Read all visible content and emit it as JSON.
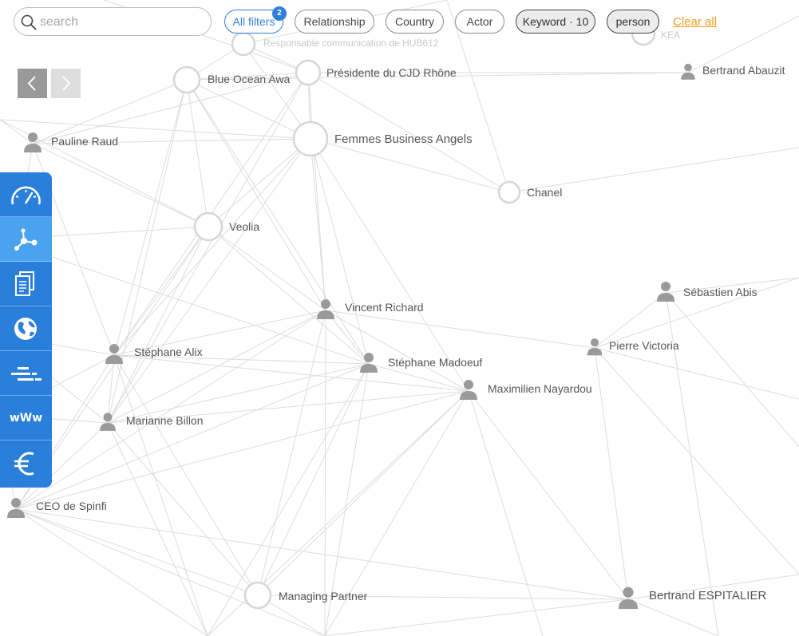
{
  "search": {
    "placeholder": "search",
    "value": ""
  },
  "filters": {
    "all_filters": {
      "label": "All filters",
      "badge": "2"
    },
    "relationship": "Relationship",
    "country": "Country",
    "actor": "Actor",
    "keyword": "Keyword · 10",
    "person": "person",
    "clear_all": "Clear all"
  },
  "pager": {
    "prev_icon": "chevron-left-icon",
    "next_icon": "chevron-right-icon"
  },
  "sidebar": {
    "items": [
      {
        "name": "dashboard",
        "icon": "speedometer-icon",
        "selected": false
      },
      {
        "name": "network",
        "icon": "network-graph-icon",
        "selected": true
      },
      {
        "name": "documents",
        "icon": "documents-icon",
        "selected": false
      },
      {
        "name": "globe",
        "icon": "globe-icon",
        "selected": false
      },
      {
        "name": "timeline",
        "icon": "timeline-icon",
        "selected": false
      },
      {
        "name": "web",
        "icon": "www-icon",
        "label": "wWw",
        "selected": false
      },
      {
        "name": "finance",
        "icon": "euro-icon",
        "label": "€",
        "selected": false
      }
    ]
  },
  "graph": {
    "nodes": [
      {
        "id": "hub612",
        "label": "Responsable communication de HUB612",
        "type": "org"
      },
      {
        "id": "ikea",
        "label": "KEA",
        "type": "org"
      },
      {
        "id": "blueocean",
        "label": "Blue Ocean Awa",
        "type": "org"
      },
      {
        "id": "cjd",
        "label": "Présidente du CJD Rhône",
        "type": "org"
      },
      {
        "id": "abauzit",
        "label": "Bertrand Abauzit",
        "type": "person"
      },
      {
        "id": "raud",
        "label": "Pauline Raud",
        "type": "person"
      },
      {
        "id": "fba",
        "label": "Femmes Business Angels",
        "type": "org"
      },
      {
        "id": "chanel",
        "label": "Chanel",
        "type": "org"
      },
      {
        "id": "veolia",
        "label": "Veolia",
        "type": "org"
      },
      {
        "id": "abis",
        "label": "Sébastien Abis",
        "type": "person"
      },
      {
        "id": "vrichard",
        "label": "Vincent Richard",
        "type": "person"
      },
      {
        "id": "victoria",
        "label": "Pierre Victoria",
        "type": "person"
      },
      {
        "id": "alix",
        "label": "Stéphane Alix",
        "type": "person"
      },
      {
        "id": "madoeuf",
        "label": "Stéphane Madoeuf",
        "type": "person"
      },
      {
        "id": "nayardou",
        "label": "Maximilien Nayardou",
        "type": "person"
      },
      {
        "id": "billon",
        "label": "Marianne Billon",
        "type": "person"
      },
      {
        "id": "spinfi",
        "label": "CEO de Spinfi",
        "type": "person"
      },
      {
        "id": "mpartner",
        "label": "Managing Partner",
        "type": "org"
      },
      {
        "id": "espitalier",
        "label": "Bertrand ESPITALIER",
        "type": "person"
      }
    ]
  }
}
